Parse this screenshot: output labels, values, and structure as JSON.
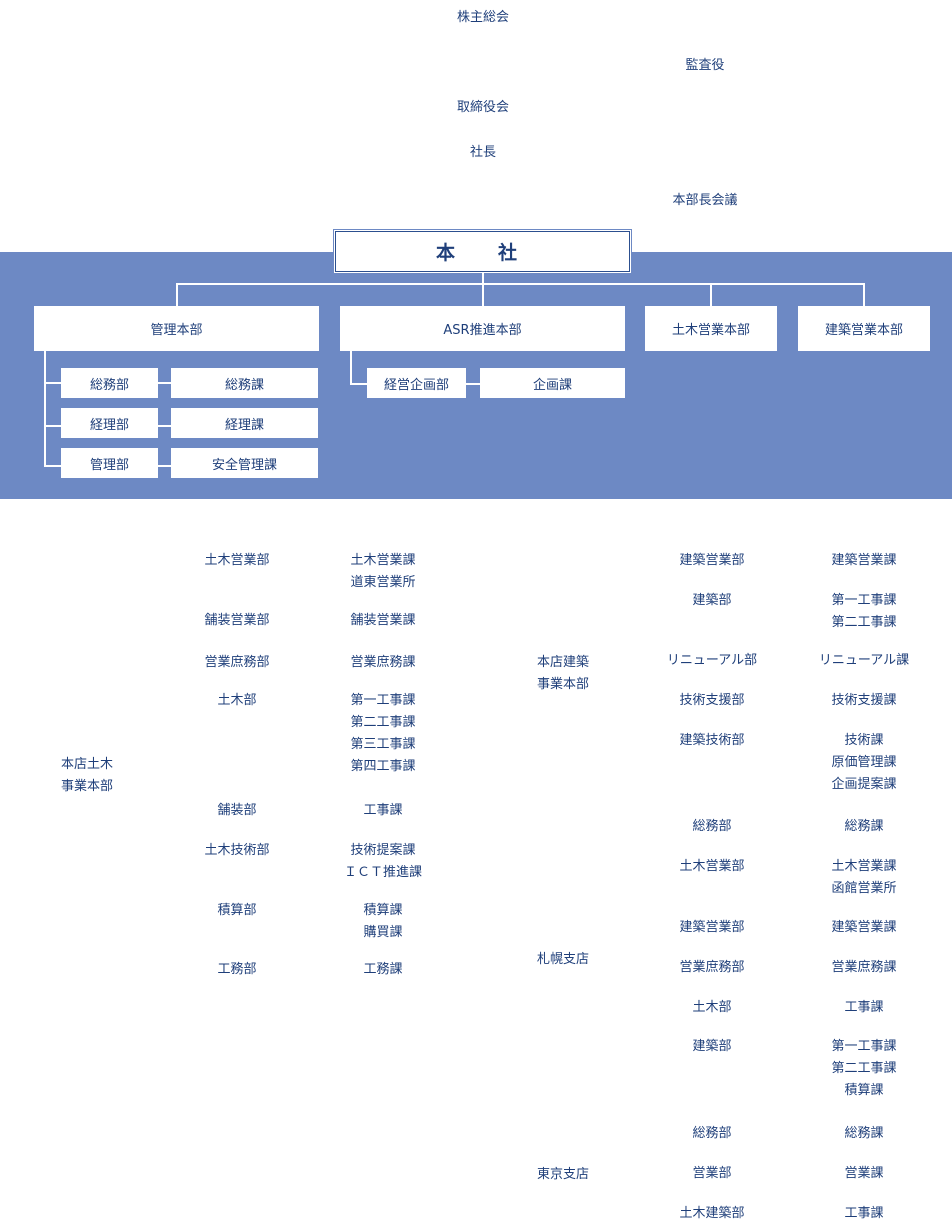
{
  "top": {
    "shareholders": "株主総会",
    "auditor": "監査役",
    "board": "取締役会",
    "president": "社長",
    "division_heads_meeting": "本部長会議"
  },
  "hq": {
    "label": "本　社"
  },
  "divisions": {
    "admin": "管理本部",
    "asr": "ASR推進本部",
    "civil_sales": "土木営業本部",
    "arch_sales": "建築営業本部"
  },
  "admin_rows": [
    {
      "dept": "総務部",
      "section": "総務課"
    },
    {
      "dept": "経理部",
      "section": "経理課"
    },
    {
      "dept": "管理部",
      "section": "安全管理課"
    }
  ],
  "asr_row": {
    "dept": "経営企画部",
    "section": "企画課"
  },
  "civil": {
    "name_lines": [
      "本店土木",
      "事業本部"
    ],
    "rows": [
      {
        "dept": [
          "土木営業部"
        ],
        "sections": [
          "土木営業課",
          "道東営業所"
        ]
      },
      {
        "dept": [
          "舗装営業部"
        ],
        "sections": [
          "舗装営業課"
        ]
      },
      {
        "dept": [
          "営業庶務部"
        ],
        "sections": [
          "営業庶務課"
        ]
      },
      {
        "dept": [
          "土木部"
        ],
        "sections": [
          "第一工事課",
          "第二工事課",
          "第三工事課",
          "第四工事課"
        ]
      },
      {
        "dept": [
          "舗装部"
        ],
        "sections": [
          "工事課"
        ]
      },
      {
        "dept": [
          "土木技術部"
        ],
        "sections": [
          "技術提案課",
          "ＩＣＴ推進課"
        ]
      },
      {
        "dept": [
          "積算部"
        ],
        "sections": [
          "積算課",
          "購買課"
        ]
      },
      {
        "dept": [
          "工務部"
        ],
        "sections": [
          "工務課"
        ]
      }
    ]
  },
  "arch": {
    "name_lines": [
      "本店建築",
      "事業本部"
    ],
    "rows": [
      {
        "dept": [
          "建築営業部"
        ],
        "sections": [
          "建築営業課"
        ]
      },
      {
        "dept": [
          "建築部"
        ],
        "sections": [
          "第一工事課",
          "第二工事課"
        ]
      },
      {
        "dept": [
          "リニューアル部"
        ],
        "sections": [
          "リニューアル課"
        ]
      },
      {
        "dept": [
          "技術支援部"
        ],
        "sections": [
          "技術支援課"
        ]
      },
      {
        "dept": [
          "建築技術部"
        ],
        "sections": [
          "技術課",
          "原価管理課",
          "企画提案課"
        ]
      }
    ]
  },
  "sapporo": {
    "name_lines": [
      "札幌支店"
    ],
    "rows": [
      {
        "dept": [
          "総務部"
        ],
        "sections": [
          "総務課"
        ]
      },
      {
        "dept": [
          "土木営業部"
        ],
        "sections": [
          "土木営業課",
          "函館営業所"
        ]
      },
      {
        "dept": [
          "建築営業部"
        ],
        "sections": [
          "建築営業課"
        ]
      },
      {
        "dept": [
          "営業庶務部"
        ],
        "sections": [
          "営業庶務課"
        ]
      },
      {
        "dept": [
          "土木部"
        ],
        "sections": [
          "工事課"
        ]
      },
      {
        "dept": [
          "建築部"
        ],
        "sections": [
          "第一工事課",
          "第二工事課",
          "積算課"
        ]
      }
    ]
  },
  "tokyo": {
    "name_lines": [
      "東京支店"
    ],
    "rows": [
      {
        "dept": [
          "総務部"
        ],
        "sections": [
          "総務課"
        ]
      },
      {
        "dept": [
          "営業部"
        ],
        "sections": [
          "営業課"
        ]
      },
      {
        "dept": [
          "土木建築部"
        ],
        "sections": [
          "工事課"
        ]
      }
    ]
  }
}
